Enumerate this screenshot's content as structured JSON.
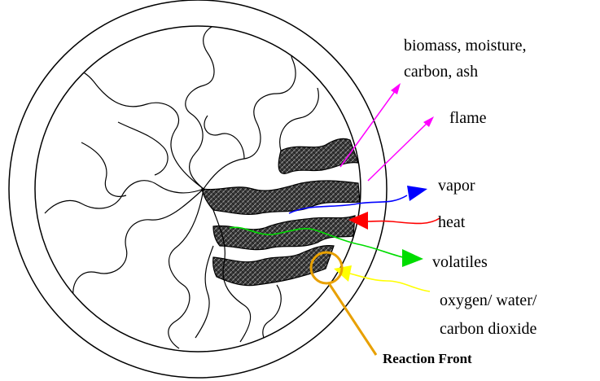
{
  "labels": {
    "products_line1": "biomass, moisture,",
    "products_line2": "carbon, ash",
    "flame": "flame",
    "vapor": "vapor",
    "heat": "heat",
    "volatiles": "volatiles",
    "reactant_line1": "oxygen/ water/",
    "reactant_line2": "carbon dioxide",
    "reaction_front": "Reaction Front"
  },
  "colors": {
    "outline": "#000000",
    "products_arrow": "#ff00ff",
    "flame_arrow": "#ff00ff",
    "vapor_arrow": "#0000ff",
    "heat_arrow": "#ff0000",
    "volatiles_arrow": "#00dd00",
    "reactant_arrow": "#ffff00",
    "reaction_front_marker": "#e8a000"
  }
}
